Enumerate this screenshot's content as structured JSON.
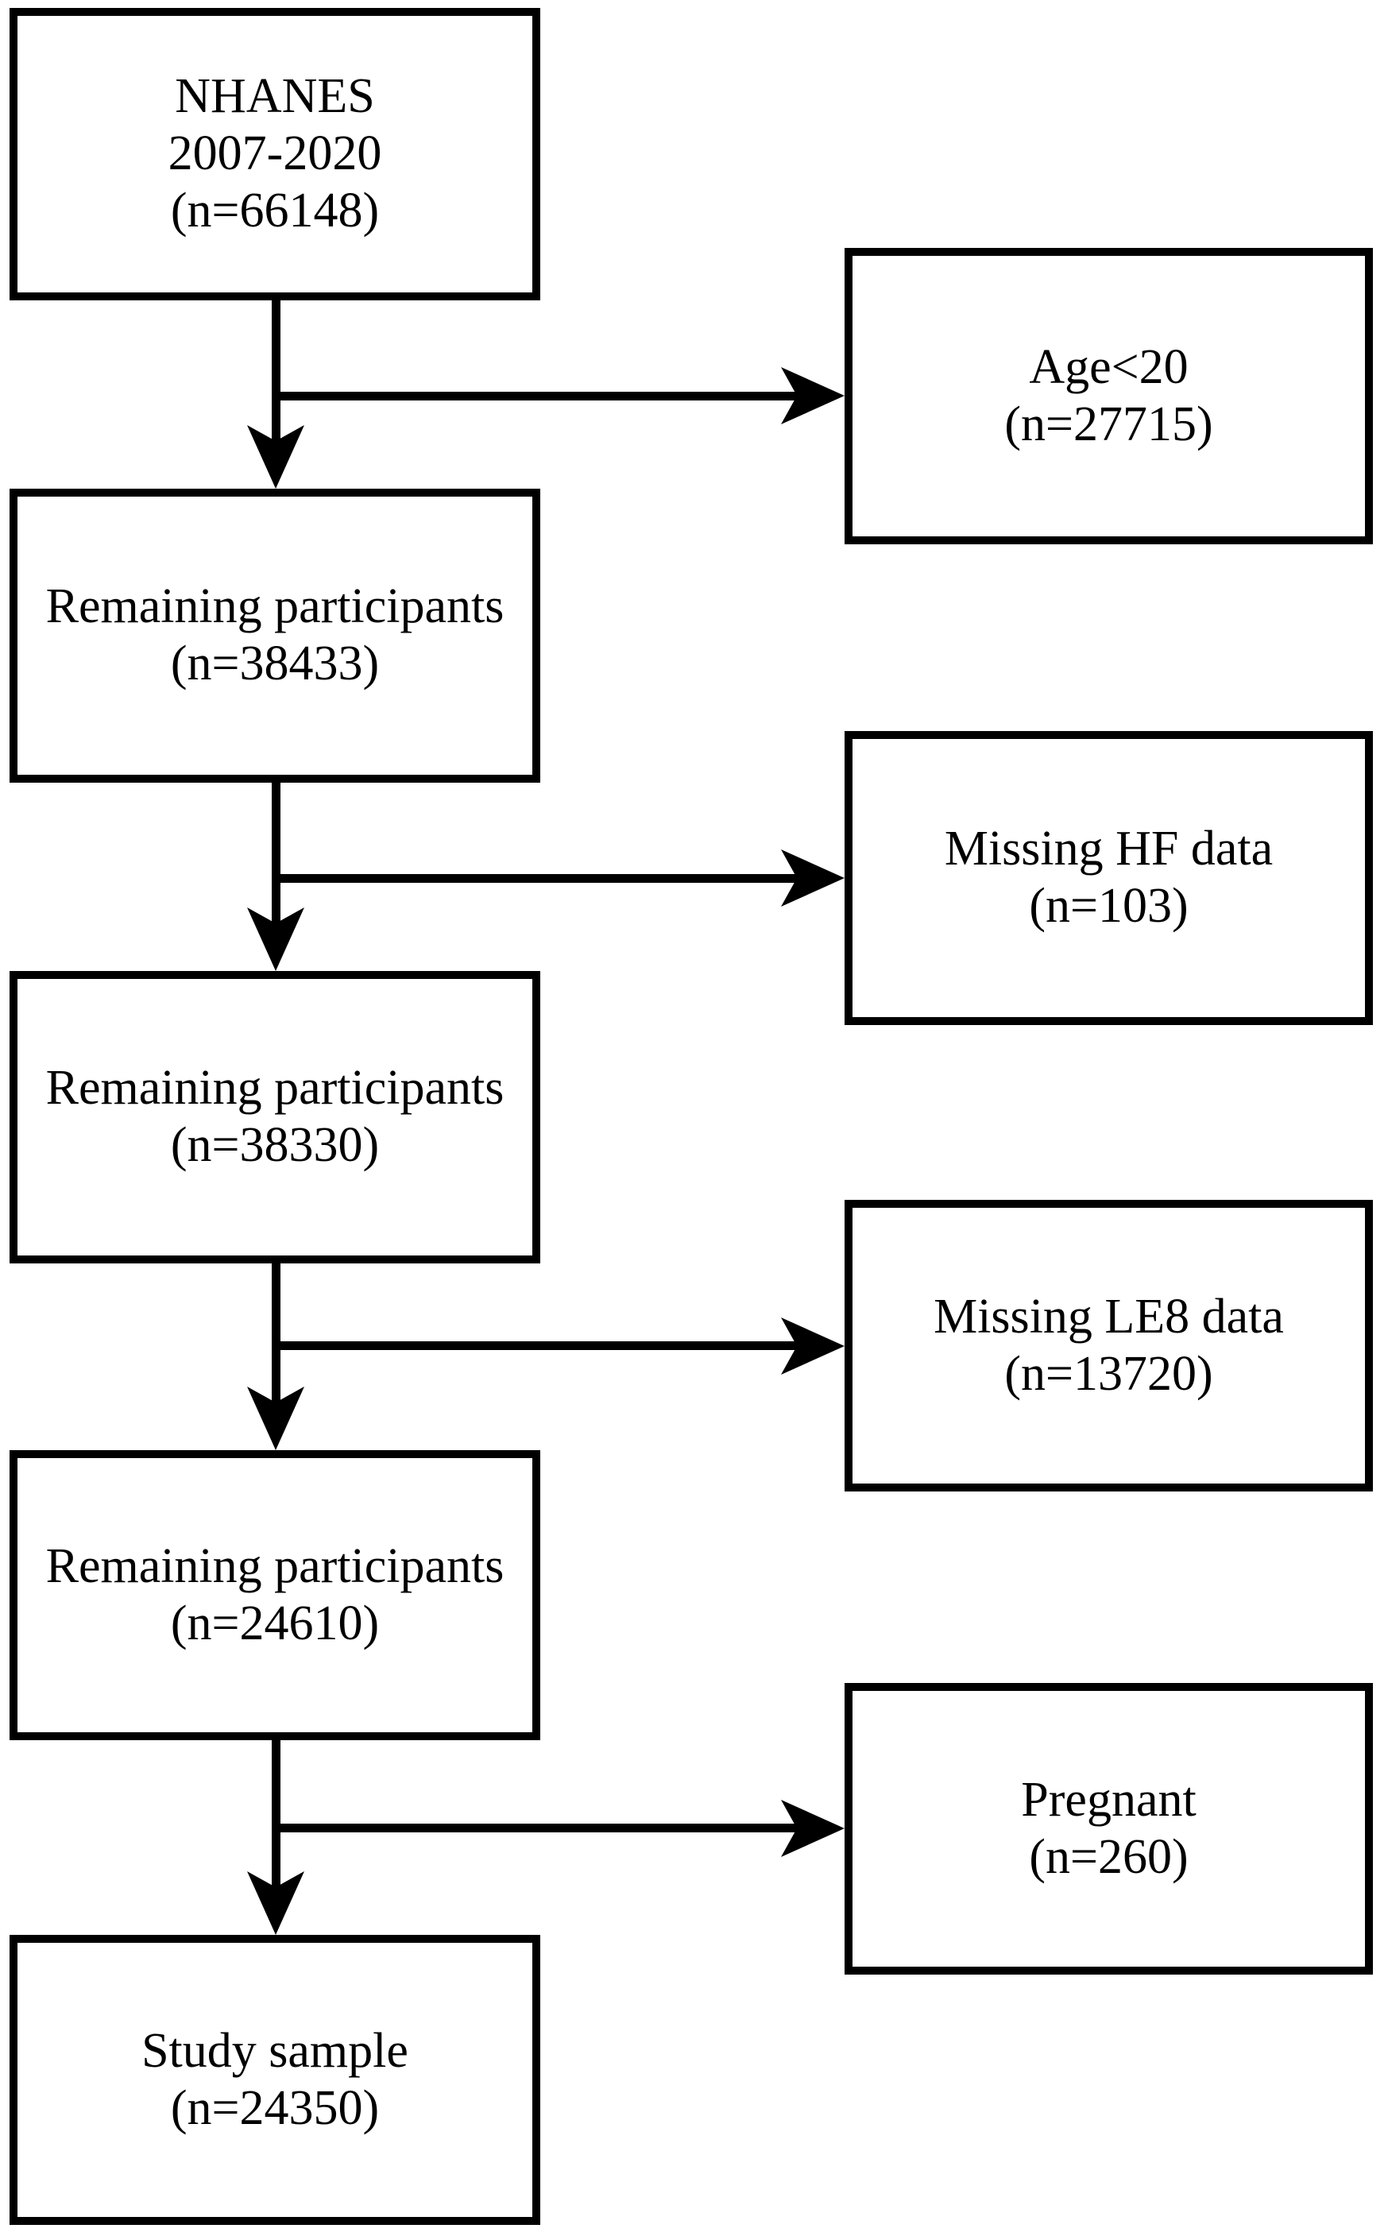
{
  "page": {
    "background_color": "#ffffff",
    "line_color": "#000000",
    "type": "participant-flow-diagram"
  },
  "flowchart": {
    "main_column": [
      {
        "id": "nhanes",
        "lines": [
          "NHANES",
          "2007-2020",
          "(n=66148)"
        ]
      },
      {
        "id": "remaining-1",
        "lines": [
          "Remaining participants",
          "(n=38433)"
        ]
      },
      {
        "id": "remaining-2",
        "lines": [
          "Remaining participants",
          "(n=38330)"
        ]
      },
      {
        "id": "remaining-3",
        "lines": [
          "Remaining participants",
          "(n=24610)"
        ]
      },
      {
        "id": "study-sample",
        "lines": [
          "Study sample",
          "(n=24350)"
        ]
      }
    ],
    "exclusion_column": [
      {
        "id": "age-under-20",
        "lines": [
          "Age<20",
          "(n=27715)"
        ]
      },
      {
        "id": "missing-hf-data",
        "lines": [
          "Missing HF data",
          "(n=103)"
        ]
      },
      {
        "id": "missing-le8-data",
        "lines": [
          "Missing LE8 data",
          "(n=13720)"
        ]
      },
      {
        "id": "pregnant",
        "lines": [
          "Pregnant",
          "(n=260)"
        ]
      }
    ]
  }
}
